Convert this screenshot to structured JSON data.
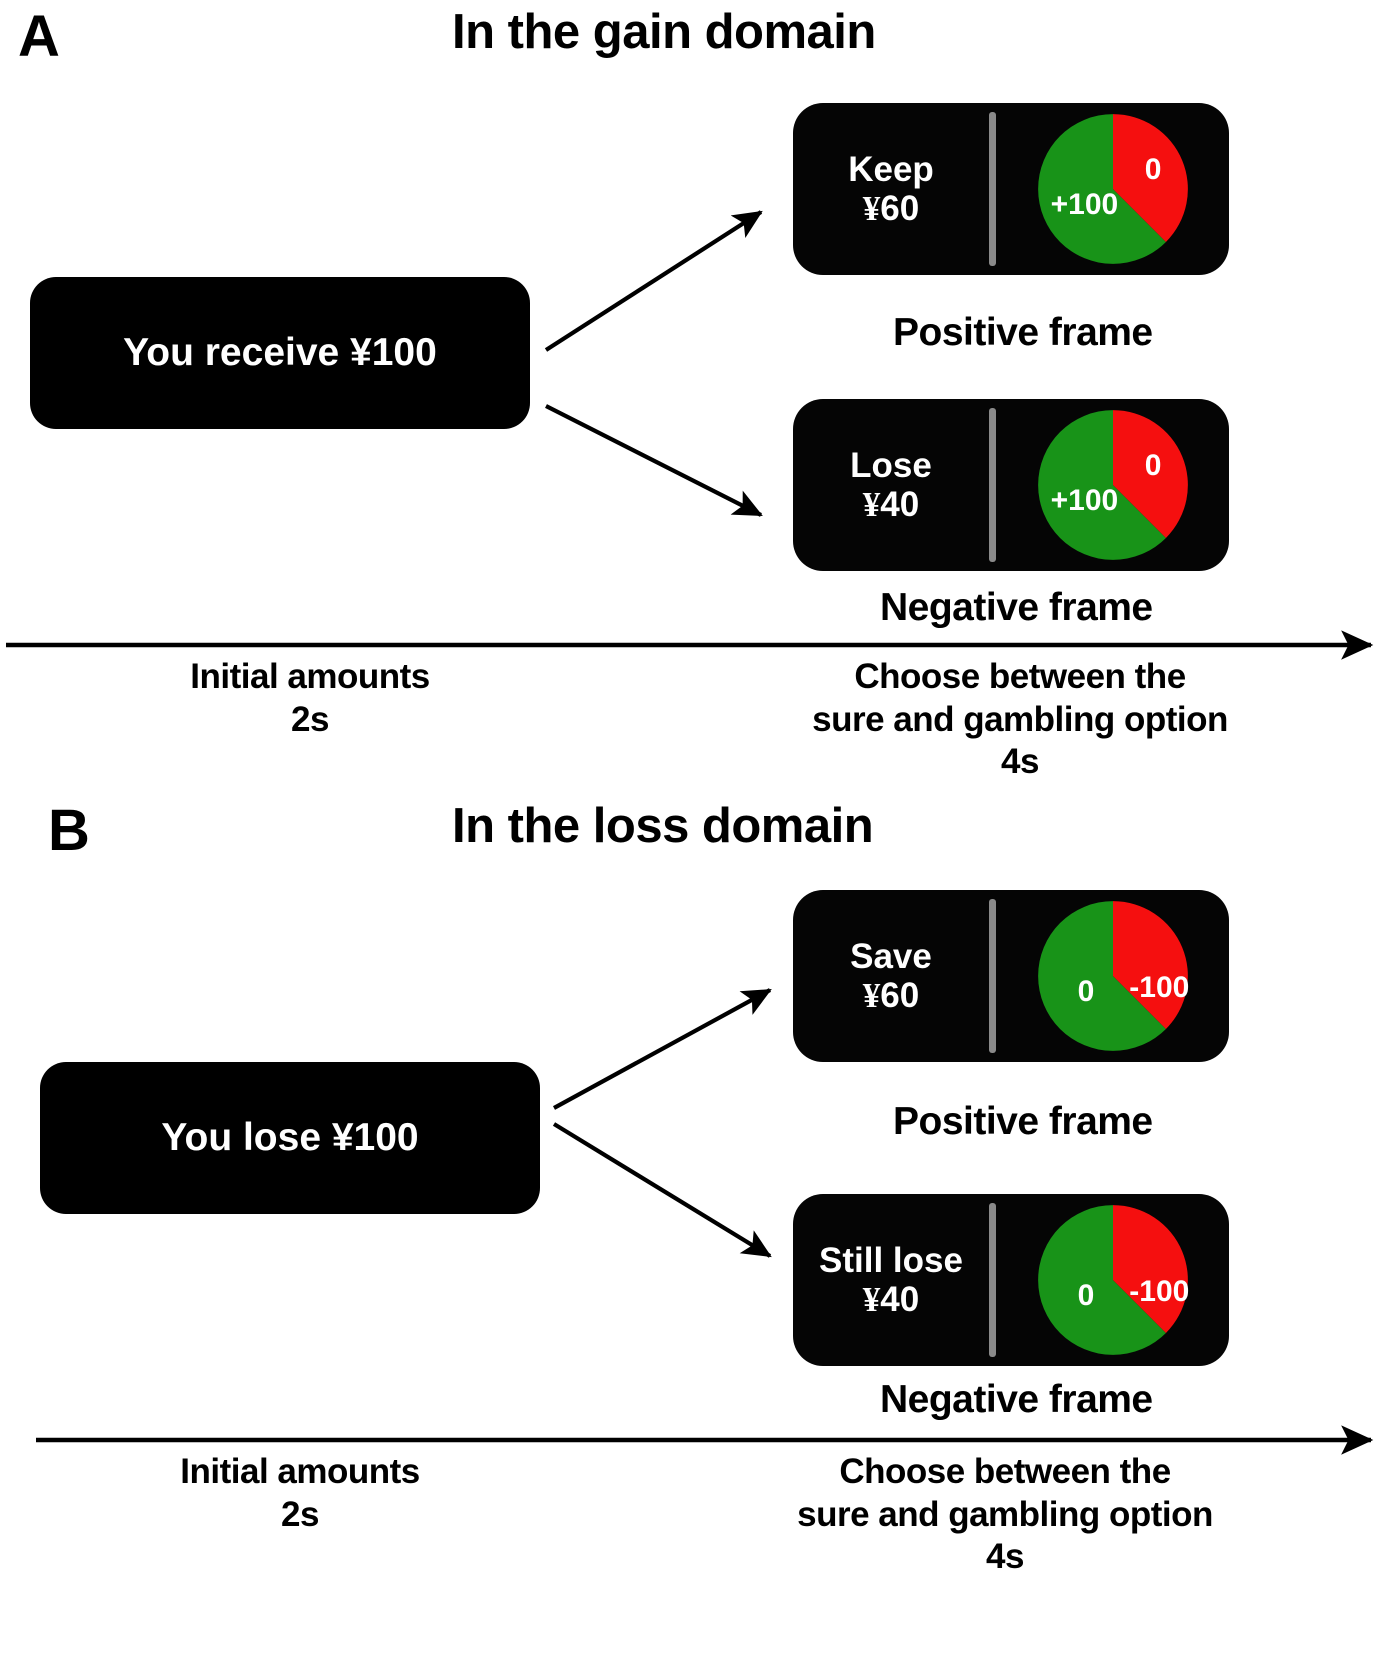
{
  "panels": [
    {
      "letter": "A",
      "title": "In the gain domain",
      "initial": {
        "text_prefix": "You receive",
        "currency": "¥",
        "amount": "100",
        "full_text": "You receive ¥100"
      },
      "options": [
        {
          "sure_label": "Keep",
          "currency": "¥",
          "sure_amount": "60",
          "caption": "Positive  frame",
          "pie": {
            "green_label": "+100",
            "red_label": "0",
            "green_fraction": 0.625,
            "red_fraction": 0.375,
            "green_color": "#189318",
            "red_color": "#f50f0f"
          }
        },
        {
          "sure_label": "Lose",
          "currency": "¥",
          "sure_amount": "40",
          "caption": "Negative  frame",
          "pie": {
            "green_label": "+100",
            "red_label": "0",
            "green_fraction": 0.625,
            "red_fraction": 0.375,
            "green_color": "#189318",
            "red_color": "#f50f0f"
          }
        }
      ],
      "axis": {
        "left_caption_line1": "Initial amounts",
        "left_caption_line2": "2s",
        "right_caption_line1": "Choose between the",
        "right_caption_line2": "sure and gambling option",
        "right_caption_line3": "4s"
      }
    },
    {
      "letter": "B",
      "title": "In the loss domain",
      "initial": {
        "text_prefix": "You lose",
        "currency": "¥",
        "amount": "100",
        "full_text": "You lose ¥100"
      },
      "options": [
        {
          "sure_label": "Save",
          "currency": "¥",
          "sure_amount": "60",
          "caption": "Positive  frame",
          "pie": {
            "green_label": "0",
            "red_label": "-100",
            "green_fraction": 0.625,
            "red_fraction": 0.375,
            "green_color": "#189318",
            "red_color": "#f50f0f"
          }
        },
        {
          "sure_label": "Still lose",
          "currency": "¥",
          "sure_amount": "40",
          "caption": "Negative  frame",
          "pie": {
            "green_label": "0",
            "red_label": "-100",
            "green_fraction": 0.625,
            "red_fraction": 0.375,
            "green_color": "#189318",
            "red_color": "#f50f0f"
          }
        }
      ],
      "axis": {
        "left_caption_line1": "Initial amounts",
        "left_caption_line2": "2s",
        "right_caption_line1": "Choose between the",
        "right_caption_line2": "sure and gambling option",
        "right_caption_line3": "4s"
      }
    }
  ],
  "colors": {
    "background": "#ffffff",
    "card": "#000000",
    "stimulus_card": "#050505",
    "divider": "#8a8a8a",
    "gain_green": "#189318",
    "loss_red": "#f50f0f",
    "text_on_card": "#ffffff",
    "text": "#000000"
  }
}
